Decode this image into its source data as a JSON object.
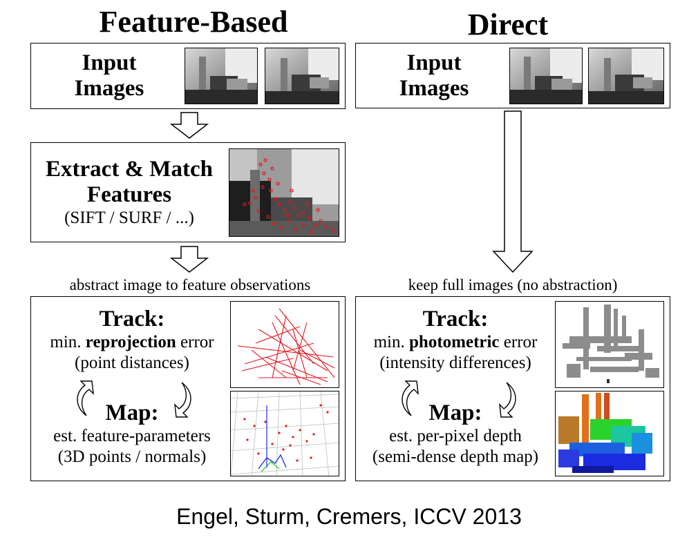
{
  "feature": {
    "title": "Feature-Based",
    "input_line1": "Input",
    "input_line2": "Images",
    "extract_line1": "Extract & Match",
    "extract_line2": "Features",
    "extract_sub": "(SIFT / SURF / ...)",
    "caption": "abstract image to feature observations",
    "track_title": "Track:",
    "track_pre": "min. ",
    "track_bold": "reprojection",
    "track_post": " error",
    "track_sub": "(point distances)",
    "map_title": "Map:",
    "map_line1": "est. feature-parameters",
    "map_line2": "(3D points / normals)"
  },
  "direct": {
    "title": "Direct",
    "input_line1": "Input",
    "input_line2": "Images",
    "caption": "keep full images (no abstraction)",
    "track_title": "Track:",
    "track_pre": "min. ",
    "track_bold": "photometric",
    "track_post": " error",
    "track_sub": "(intensity differences)",
    "map_title": "Map:",
    "map_line1": "est. per-pixel depth",
    "map_line2": "(semi-dense depth map)"
  },
  "footer": "Engel, Sturm, Cremers, ICCV 2013",
  "colors": {
    "feature_points": "#e8141c",
    "line": "#000000",
    "depth_orange": "#e0701c",
    "depth_green": "#2bd22b",
    "depth_blue": "#1c2be0"
  },
  "icons": [
    "down-arrow-icon",
    "cycle-arrow-icon"
  ]
}
